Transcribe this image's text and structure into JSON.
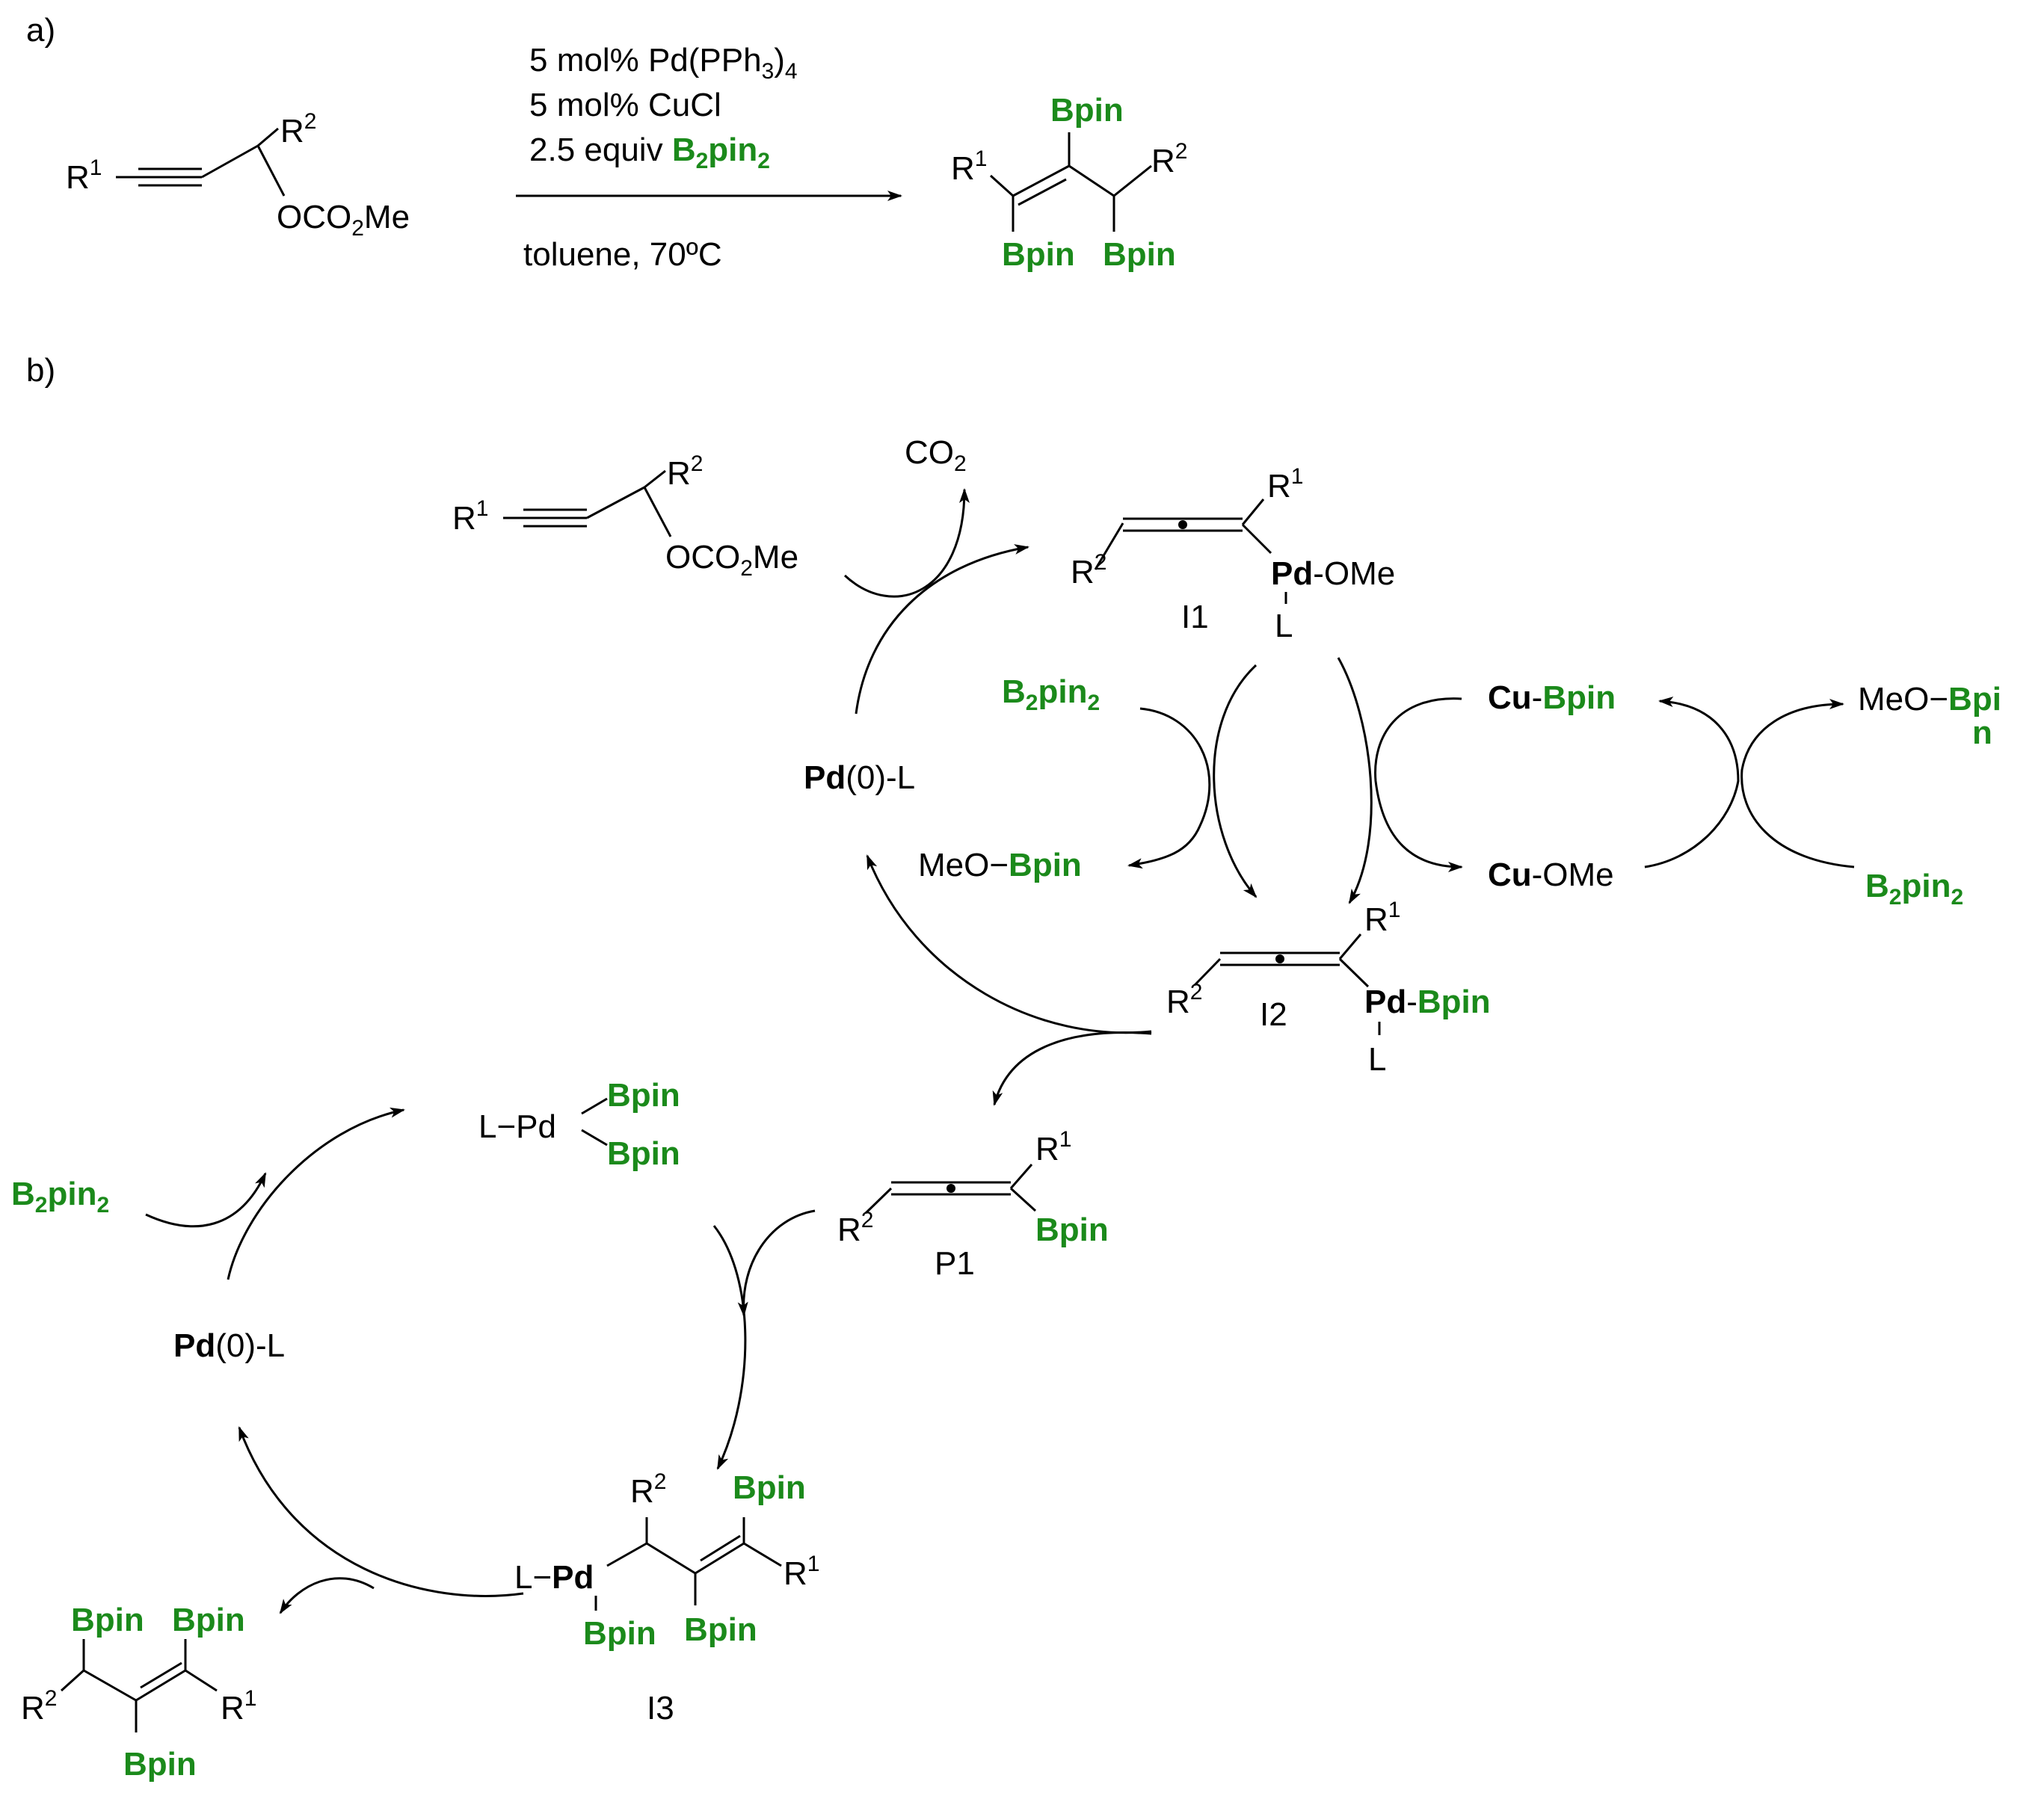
{
  "colors": {
    "boron": "#1b8a1b",
    "ink": "#000000"
  },
  "panel_a": {
    "label": "a)",
    "sm": {
      "R1": "R",
      "sup1": "1",
      "R2": "R",
      "sup2": "2",
      "carb_a": "OCO",
      "carb_sub": "2",
      "carb_b": "Me"
    },
    "cond1_a": "5 mol% Pd(PPh",
    "cond1_sub": "3",
    "cond1_b": ")",
    "cond1_sub2": "4",
    "cond2": "5 mol% CuCl",
    "cond3_a": "2.5 equiv ",
    "cond3_b": "B",
    "cond3_sub": "2",
    "cond3_c": "pin",
    "cond3_sub2": "2",
    "solvent": "toluene, 70ºC",
    "product": {
      "bpin_top": "Bpin",
      "bpin_bl": "Bpin",
      "bpin_br": "Bpin",
      "R1": "R",
      "sup1": "1",
      "R2": "R",
      "sup2": "2"
    }
  },
  "panel_b": {
    "label": "b)",
    "co2_a": "CO",
    "co2_sub": "2",
    "sm": {
      "R1": "R",
      "sup1": "1",
      "R2": "R",
      "sup2": "2",
      "carb_a": "OCO",
      "carb_sub": "2",
      "carb_b": "Me"
    },
    "i1": {
      "R1": "R",
      "sup1": "1",
      "R2": "R",
      "sup2": "2",
      "pd": "Pd",
      "ome": "-OMe",
      "L": "L",
      "label": "I1"
    },
    "b2pin2_1": {
      "a": "B",
      "sub": "2",
      "b": "pin",
      "sub2": "2"
    },
    "pd0_1": {
      "pd": "Pd",
      "rest": "(0)-L"
    },
    "meobpin_1": {
      "a": "MeO−",
      "b": "Bpin"
    },
    "cu_bpin": {
      "cu": "Cu",
      "dash": "-",
      "bpin": "Bpin"
    },
    "meobpin_2": {
      "a": "MeO−",
      "b": "Bpi",
      "c": "n"
    },
    "cu_ome": {
      "cu": "Cu",
      "rest": "-OMe"
    },
    "b2pin2_2": {
      "a": "B",
      "sub": "2",
      "b": "pin",
      "sub2": "2"
    },
    "i2": {
      "R1": "R",
      "sup1": "1",
      "R2": "R",
      "sup2": "2",
      "pd": "Pd",
      "dash": "-",
      "bpin": "Bpin",
      "L": "L",
      "label": "I2"
    },
    "lpd": {
      "l": "L−Pd",
      "bpin1": "Bpin",
      "bpin2": "Bpin"
    },
    "b2pin2_3": {
      "a": "B",
      "sub": "2",
      "b": "pin",
      "sub2": "2"
    },
    "p1": {
      "R1": "R",
      "sup1": "1",
      "R2": "R",
      "sup2": "2",
      "bpin": "Bpin",
      "label": "P1"
    },
    "pd0_2": {
      "pd": "Pd",
      "rest": "(0)-L"
    },
    "i3": {
      "l": "L−",
      "pd": "Pd",
      "R2": "R",
      "sup2": "2",
      "R1": "R",
      "sup1": "1",
      "bpin_top": "Bpin",
      "bpin_pd": "Bpin",
      "bpin_c": "Bpin",
      "label": "I3"
    },
    "product": {
      "bpin1": "Bpin",
      "bpin2": "Bpin",
      "bpin3": "Bpin",
      "R1": "R",
      "sup1": "1",
      "R2": "R",
      "sup2": "2"
    }
  }
}
